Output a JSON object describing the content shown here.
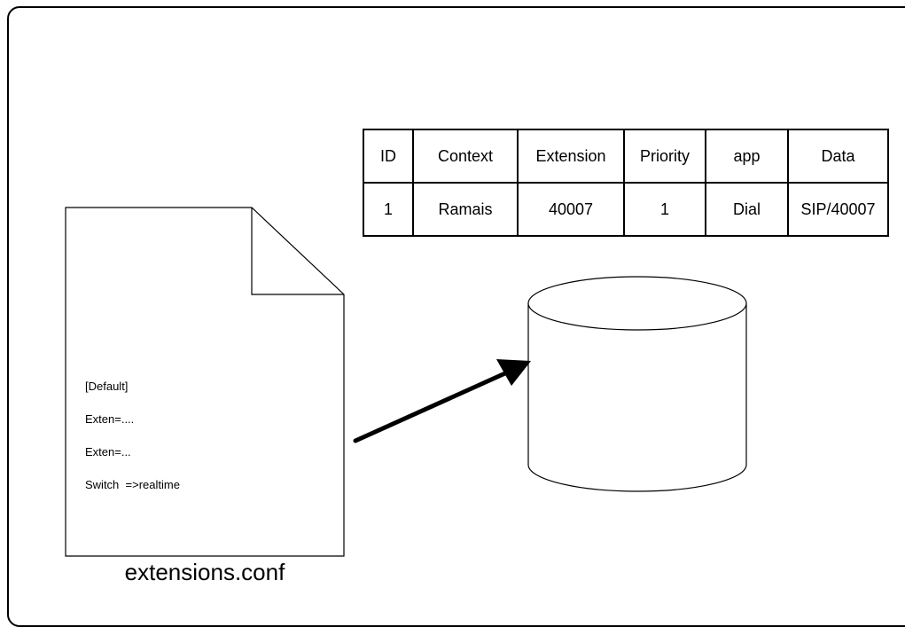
{
  "table": {
    "headers": [
      "ID",
      "Context",
      "Extension",
      "Priority",
      "app",
      "Data"
    ],
    "rows": [
      [
        "1",
        "Ramais",
        "40007",
        "1",
        "Dial",
        "SIP/40007"
      ]
    ]
  },
  "config_file": {
    "lines": [
      "[Default]",
      "Exten=....",
      "Exten=...",
      "Switch  =>realtime"
    ],
    "caption": "extensions.conf"
  }
}
